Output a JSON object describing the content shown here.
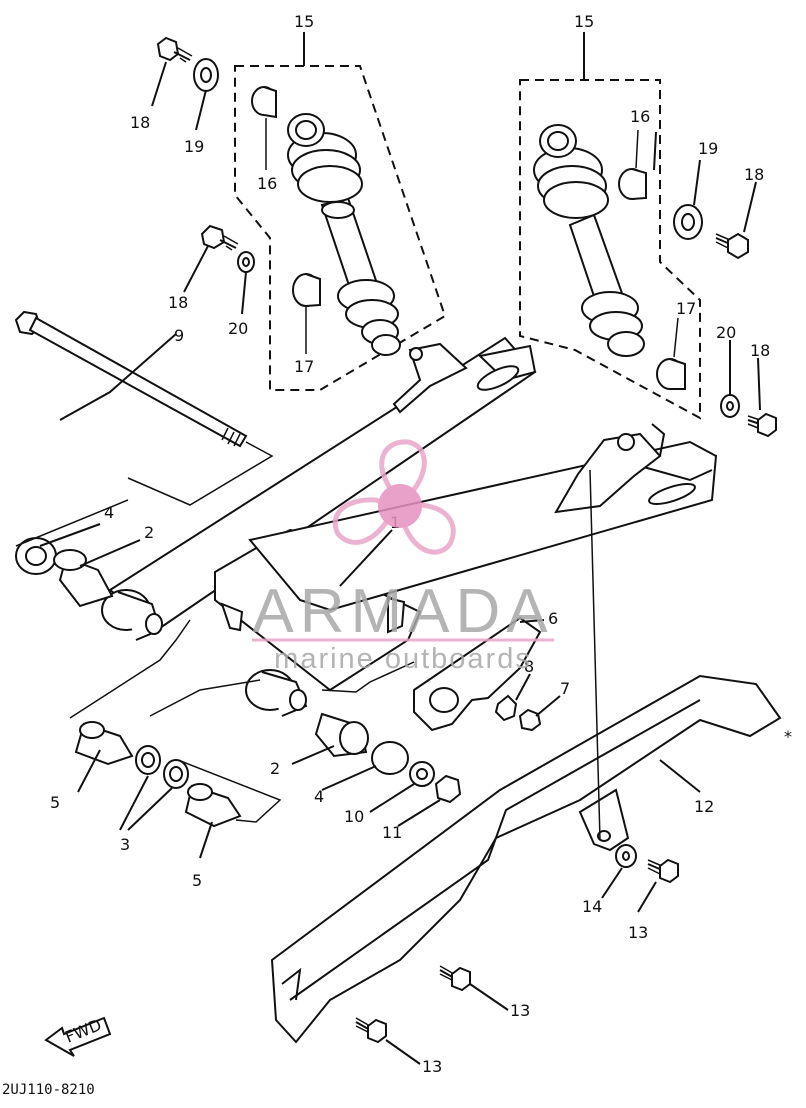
{
  "diagram": {
    "part_code": "2UJ110-8210",
    "direction_label": "FWD",
    "callout_numbers": {
      "c15a": "15",
      "c15b": "15",
      "c18a": "18",
      "c19a": "19",
      "c18b": "18",
      "c20a": "20",
      "c16a": "16",
      "c17a": "17",
      "c9": "9",
      "c16b": "16",
      "c19b": "19",
      "c18c": "18",
      "c17b": "17",
      "c20b": "20",
      "c18d": "18",
      "c4a": "4",
      "c2a": "2",
      "c1": "1",
      "c6": "6",
      "c8": "8",
      "c7": "7",
      "c5a": "5",
      "c3": "3",
      "c5b": "5",
      "c2b": "2",
      "c4b": "4",
      "c10": "10",
      "c11": "11",
      "c12": "12",
      "c14": "14",
      "c13a": "13",
      "c13b": "13",
      "c13c": "13",
      "asterisk": "*"
    }
  },
  "watermark": {
    "brand": "ARMADA",
    "tagline": "marine outboards",
    "colors": {
      "logo": "#e8a6c8",
      "logo_center": "#e690c0",
      "text": "#a8a8a8"
    }
  }
}
